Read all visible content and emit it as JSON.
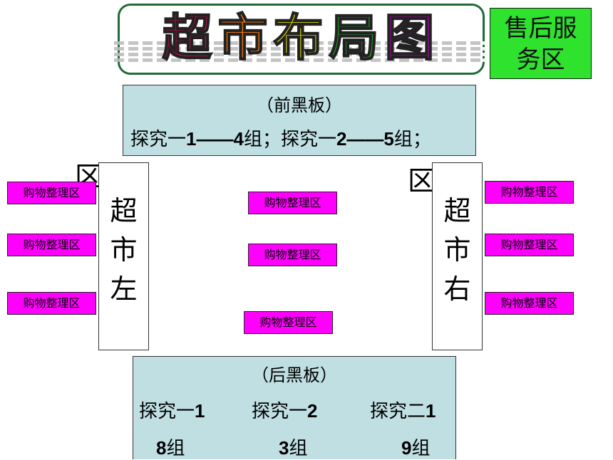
{
  "title": "超市布局图",
  "title_colors": [
    "#e6004c",
    "#ff7f00",
    "#d4d400",
    "#1fa11f",
    "#b800b8"
  ],
  "after_sales": {
    "line1": "售后服",
    "line2": "务区"
  },
  "front_board": {
    "label": "（前黑板）",
    "line": {
      "part1": "探究一",
      "num1": "1——4",
      "part2": "组；探究一",
      "num2": "2——5",
      "part3": "组；"
    }
  },
  "back_board": {
    "label": "（后黑板）",
    "col1": {
      "name": "探究一",
      "num": "1",
      "grp_num": "8",
      "grp": "组"
    },
    "col2": {
      "name": "探究一",
      "num": "2",
      "grp_num": "3",
      "grp": "组"
    },
    "col3": {
      "name": "探究二",
      "num": "1",
      "grp_num": "9",
      "grp": "组"
    }
  },
  "left_shelf": {
    "c1": "超",
    "c2": "市",
    "c3": "左",
    "area_char": "区"
  },
  "right_shelf": {
    "c1": "超",
    "c2": "市",
    "c3": "右",
    "area_char": "区"
  },
  "shopping_area_label": "购物整理区",
  "colors": {
    "board": "#bfdfe3",
    "shopping_area": "#ff00ff",
    "after_sales": "#2ee22e",
    "title_frame": "#1f6b3a"
  }
}
